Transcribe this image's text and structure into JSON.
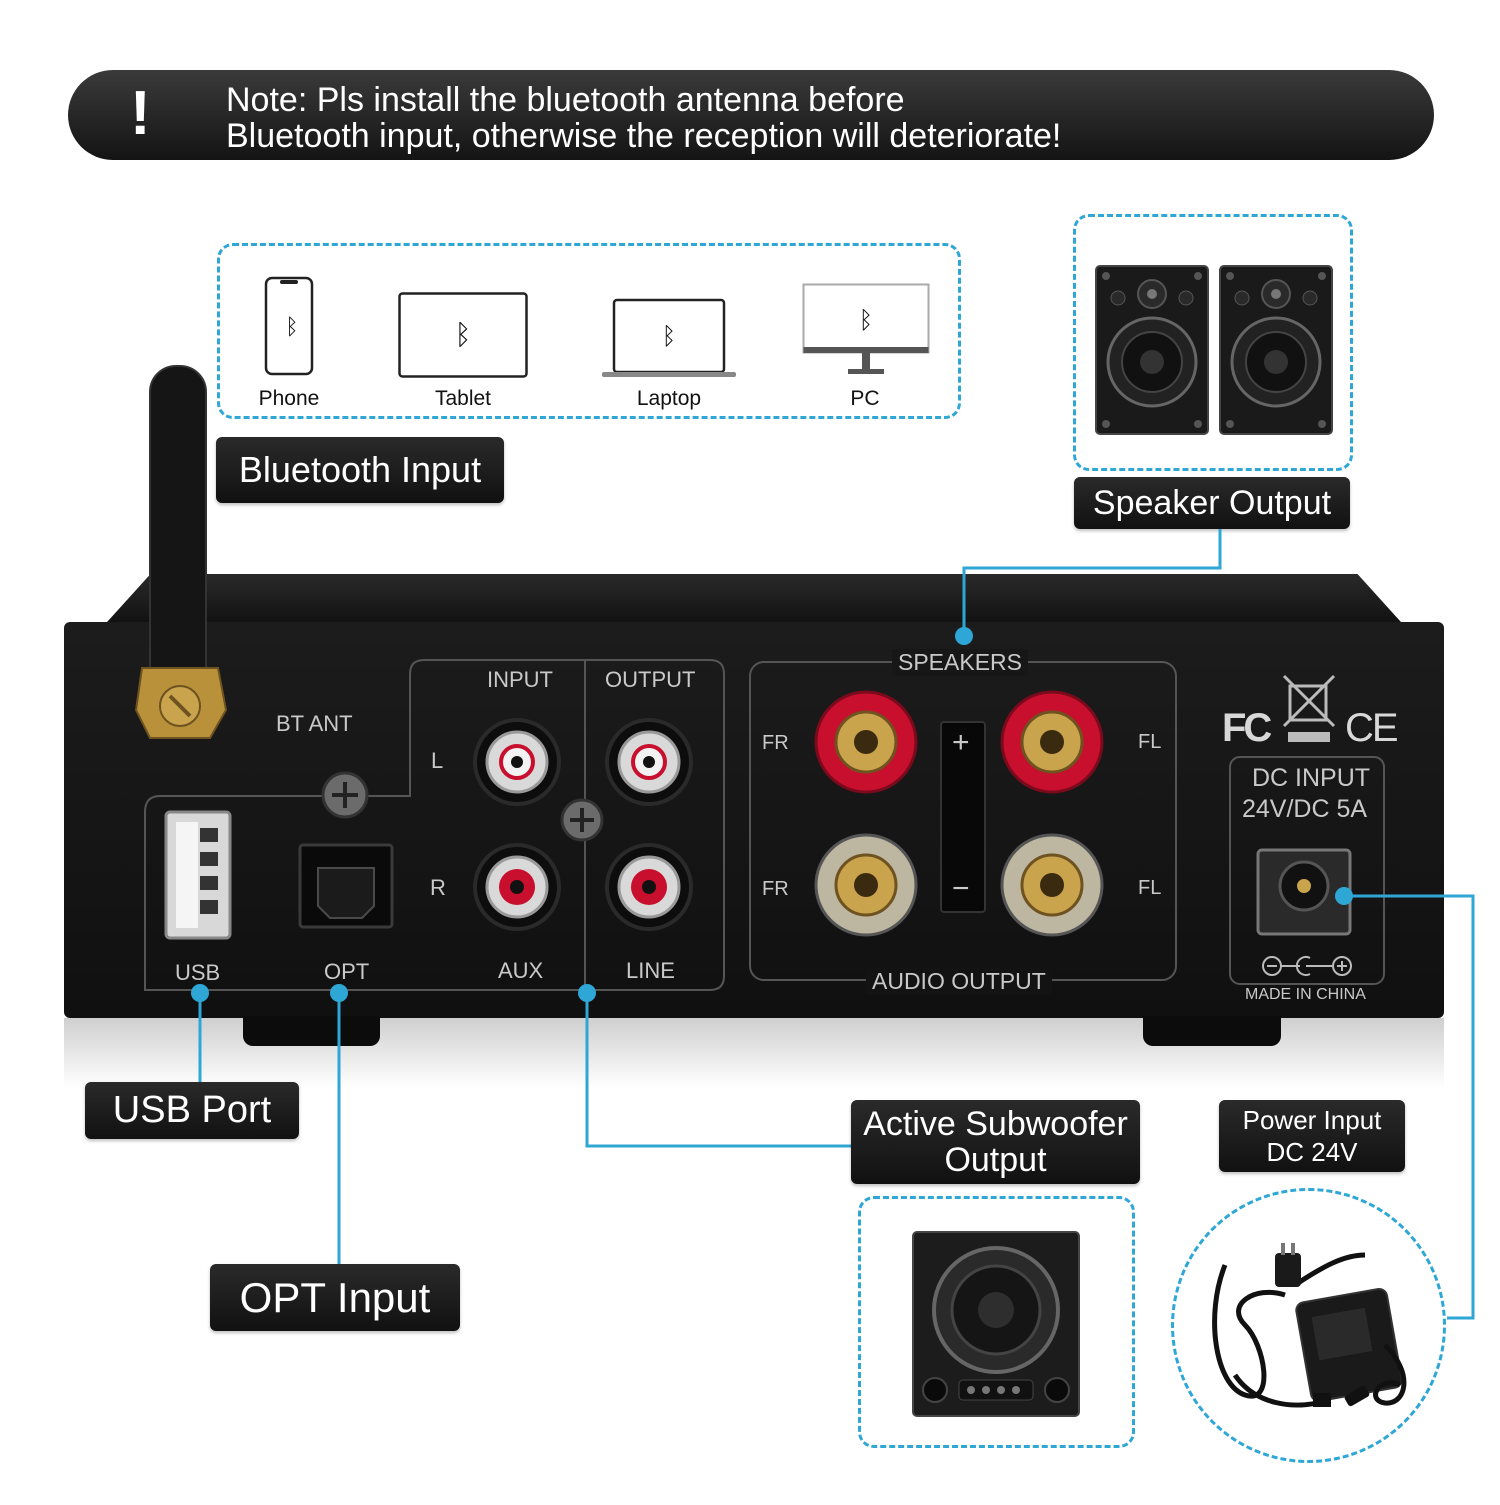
{
  "note": {
    "icon": "exclamation-icon",
    "line1": "Note: Pls install the bluetooth antenna before",
    "line2": "Bluetooth input, otherwise the reception will deteriorate!"
  },
  "bluetooth_devices": [
    {
      "label": "Phone",
      "icon": "phone-icon"
    },
    {
      "label": "Tablet",
      "icon": "tablet-icon"
    },
    {
      "label": "Laptop",
      "icon": "laptop-icon"
    },
    {
      "label": "PC",
      "icon": "monitor-icon"
    }
  ],
  "callouts": {
    "bluetooth_input": "Bluetooth Input",
    "speaker_output": "Speaker Output",
    "usb_port": "USB Port",
    "opt_input": "OPT Input",
    "subwoofer_line1": "Active Subwoofer",
    "subwoofer_line2": "Output",
    "power_line1": "Power Input",
    "power_line2": "DC 24V"
  },
  "panel": {
    "bt_ant": "BT ANT",
    "input": "INPUT",
    "output": "OUTPUT",
    "l": "L",
    "r": "R",
    "usb": "USB",
    "opt": "OPT",
    "aux": "AUX",
    "line": "LINE",
    "speakers": "SPEAKERS",
    "audio_output": "AUDIO OUTPUT",
    "fr_top": "FR",
    "fr_bottom": "FR",
    "fl_top": "FL",
    "fl_bottom": "FL",
    "plus": "+",
    "minus": "−",
    "fc": "FC",
    "ce": "CE",
    "dc_input_line1": "DC INPUT",
    "dc_input_line2": "24V/DC 5A",
    "made_in": "MADE IN CHINA"
  },
  "colors": {
    "accent": "#2ea7d6",
    "chassis": "#161616",
    "label_bg": "#1a1a1a",
    "rca_red": "#c8102e"
  }
}
